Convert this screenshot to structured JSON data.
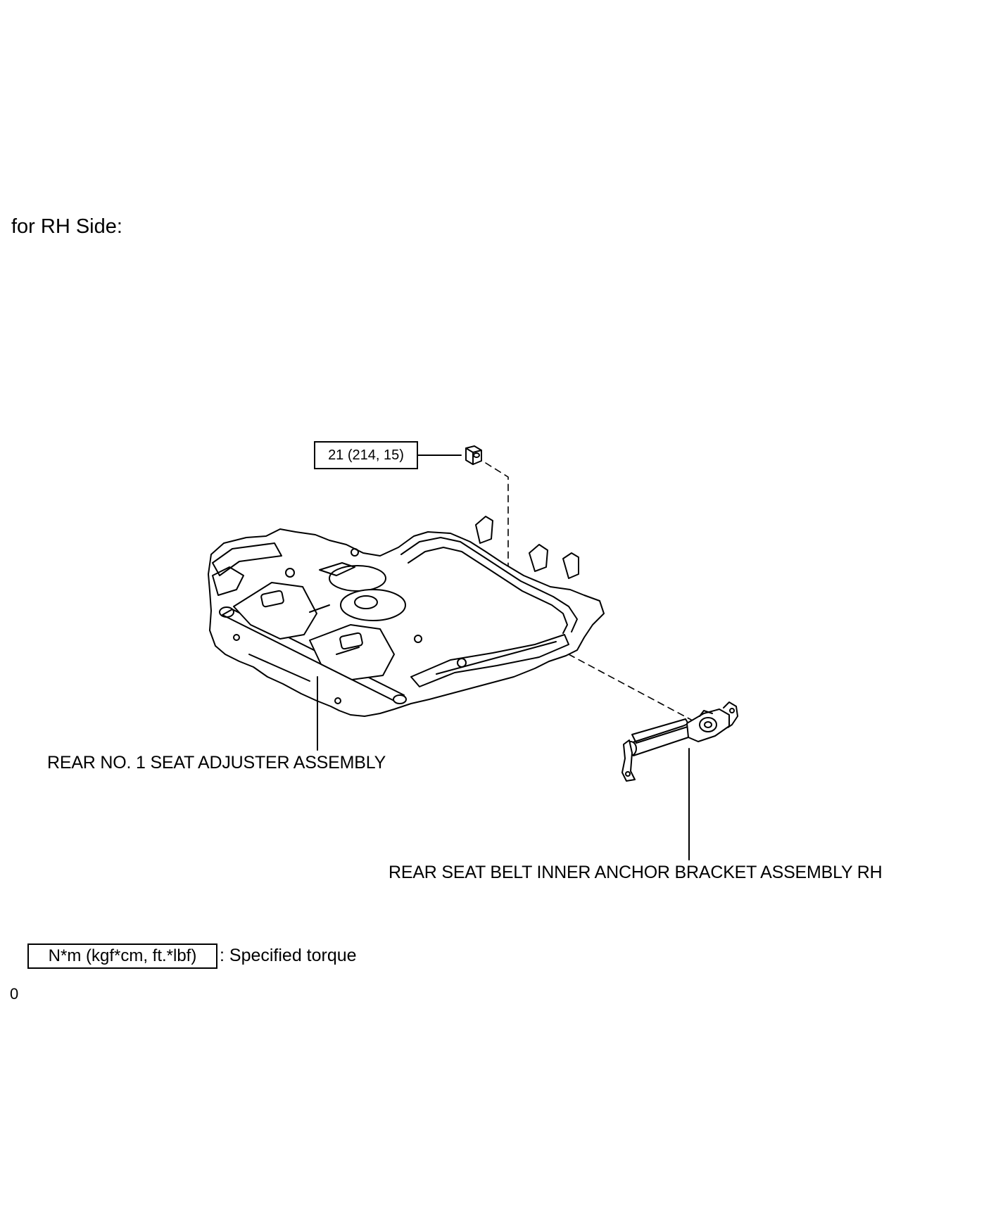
{
  "heading": "for RH Side:",
  "callouts": {
    "nut_torque": "21 (214, 15)"
  },
  "parts": {
    "adjuster": "REAR NO. 1 SEAT ADJUSTER ASSEMBLY",
    "anchor_bracket": "REAR SEAT BELT INNER ANCHOR BRACKET ASSEMBLY RH"
  },
  "legend": {
    "unit_box": "N*m (kgf*cm, ft.*lbf)",
    "description": ": Specified torque"
  },
  "footnote": "0",
  "icons": {
    "nut": "hex-nut-icon",
    "adjuster": "seat-adjuster-assembly-drawing",
    "anchor_bracket": "anchor-bracket-drawing"
  },
  "colors": {
    "ink": "#000000",
    "background": "#ffffff"
  }
}
